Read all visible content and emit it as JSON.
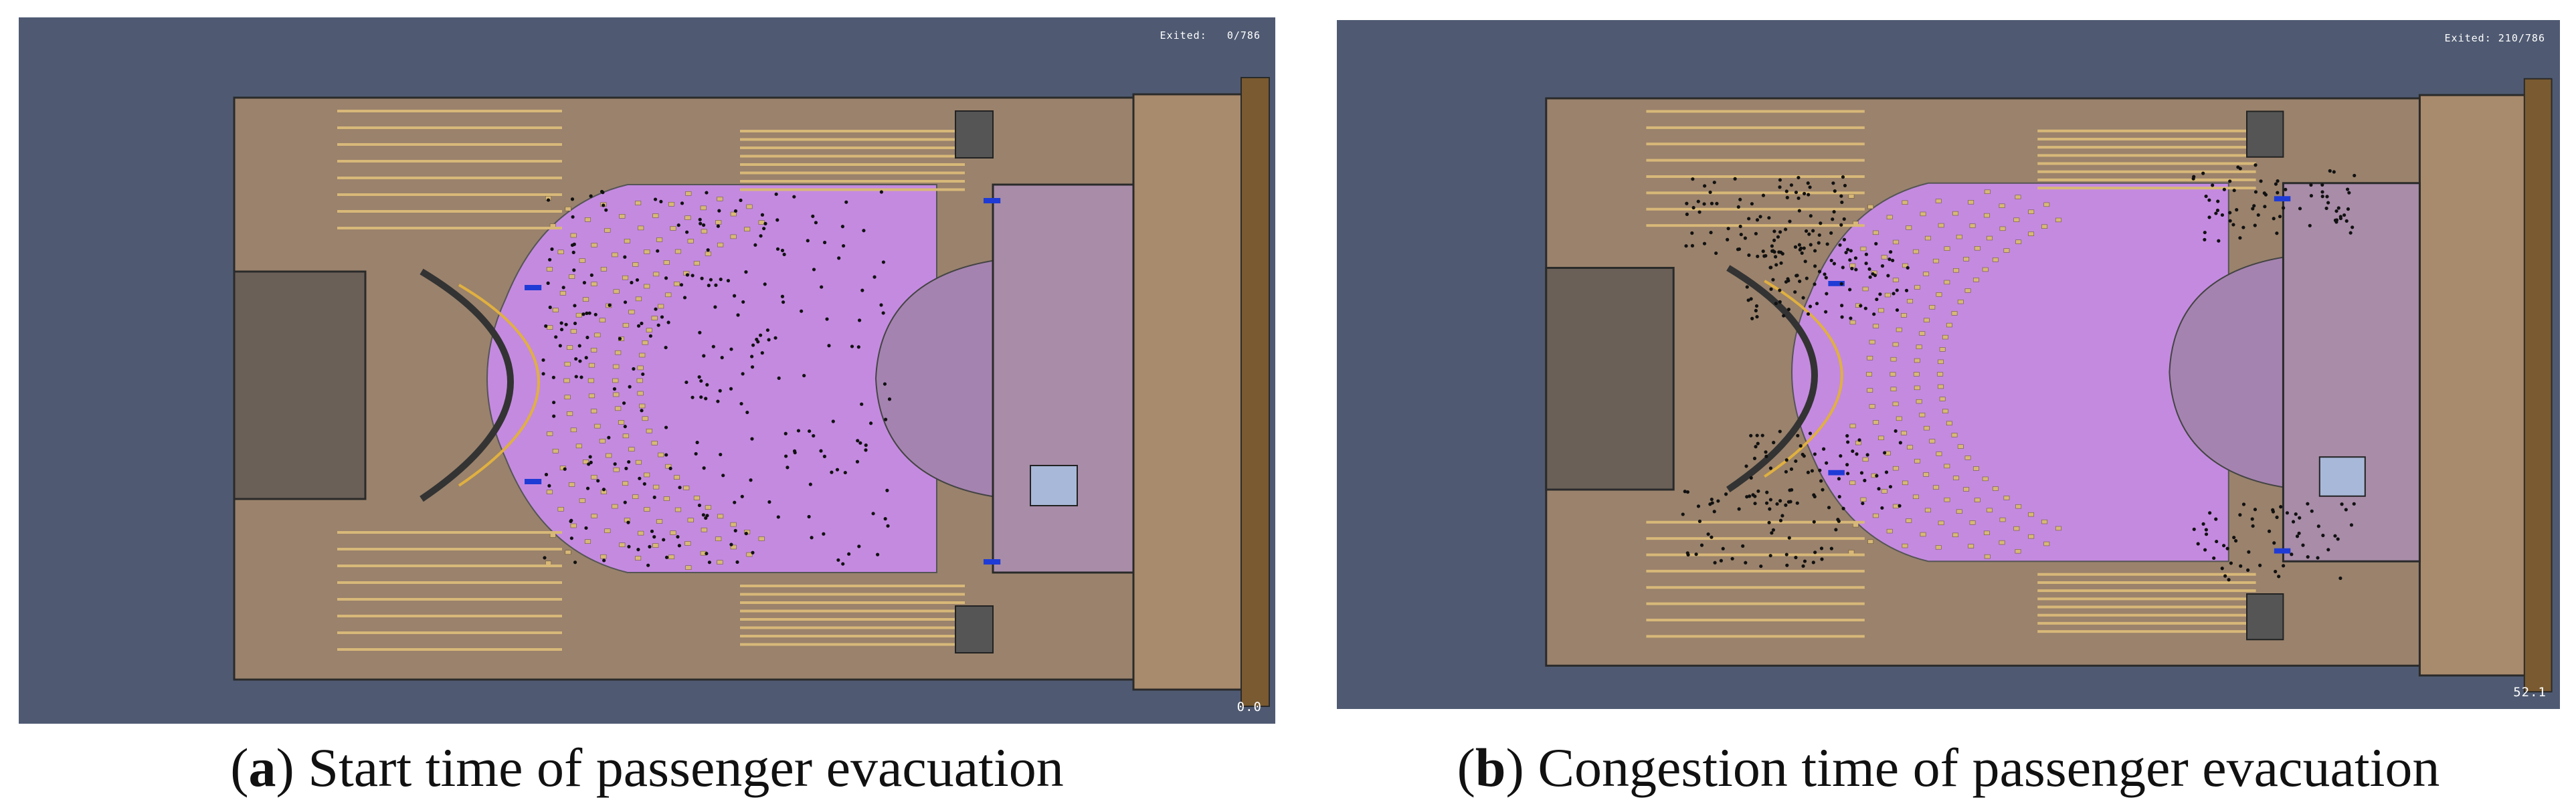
{
  "panels": [
    {
      "id": "a",
      "exited_label": "Exited:",
      "exited_value": "0/786",
      "time_readout": "0.0",
      "caption_letter": "a",
      "caption_text": " Start time of passenger evacuation"
    },
    {
      "id": "b",
      "exited_label": "Exited:",
      "exited_value": "210/786",
      "time_readout": "52.1",
      "caption_letter": "b",
      "caption_text": " Congestion time of passenger evacuation"
    }
  ],
  "colors": {
    "background": "#4f5a72",
    "floor": "#9a826c",
    "stage": "#c48ae0",
    "seat": "#d8b878",
    "wall": "#2a2a2a",
    "exit_marker": "#1f3bd6"
  }
}
